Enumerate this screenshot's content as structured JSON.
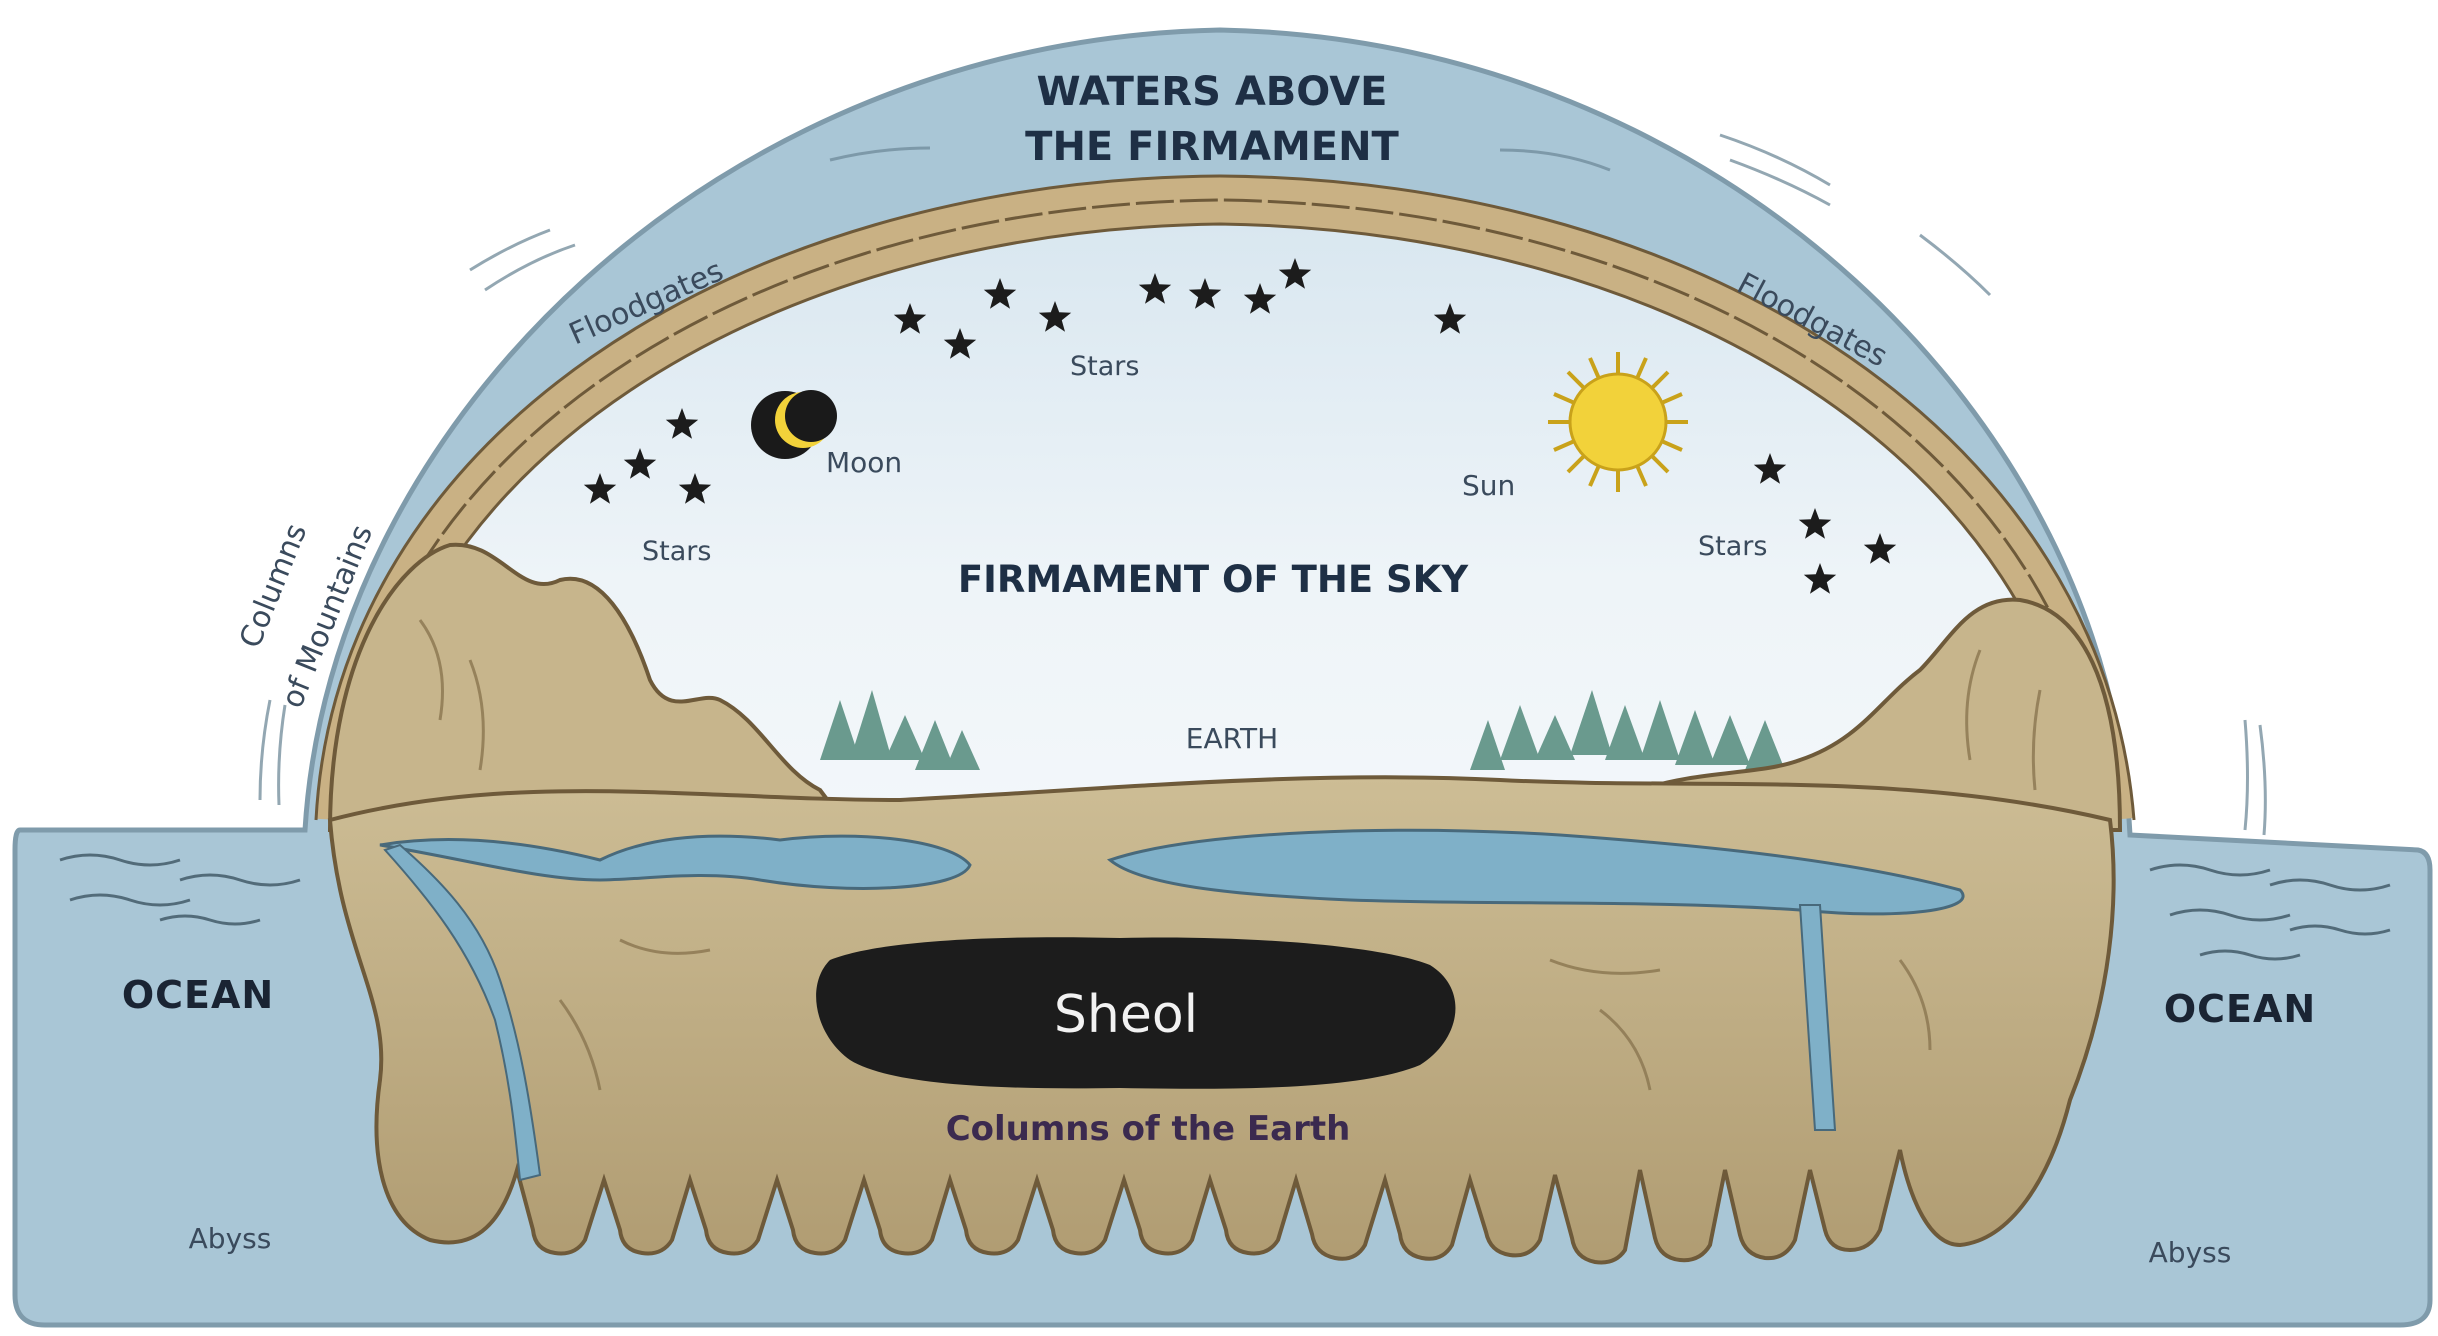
{
  "labels": {
    "waters_above_line1": "WATERS ABOVE",
    "waters_above_line2": "THE FIRMAMENT",
    "floodgates_left": "Floodgates",
    "floodgates_right": "Floodgates",
    "stars_top": "Stars",
    "stars_left": "Stars",
    "stars_right": "Stars",
    "moon": "Moon",
    "sun": "Sun",
    "columns_of_mountains_line1": "Columns",
    "columns_of_mountains_line2": "of Mountains",
    "firmament_of_the_sky": "FIRMAMENT OF THE SKY",
    "earth": "EARTH",
    "ocean_left": "OCEAN",
    "ocean_right": "OCEAN",
    "sheol": "Sheol",
    "columns_of_the_earth": "Columns of the Earth",
    "abyss_left": "Abyss",
    "abyss_right": "Abyss"
  },
  "colors": {
    "water_outer": "#a9c6d6",
    "water_outline": "#7f9bab",
    "sky": "#e4eef4",
    "firmament_brick": "#c9b184",
    "brick_line": "#6e5a3a",
    "land": "#c2b088",
    "land_dark": "#8a7650",
    "lake": "#7fb0c8",
    "trees": "#6a9a8e",
    "sheol": "#1c1c1c",
    "sun": "#f2d23a",
    "moon": "#1a1a1a",
    "star": "#1c1c1c",
    "text_dark": "#1e2f45"
  }
}
